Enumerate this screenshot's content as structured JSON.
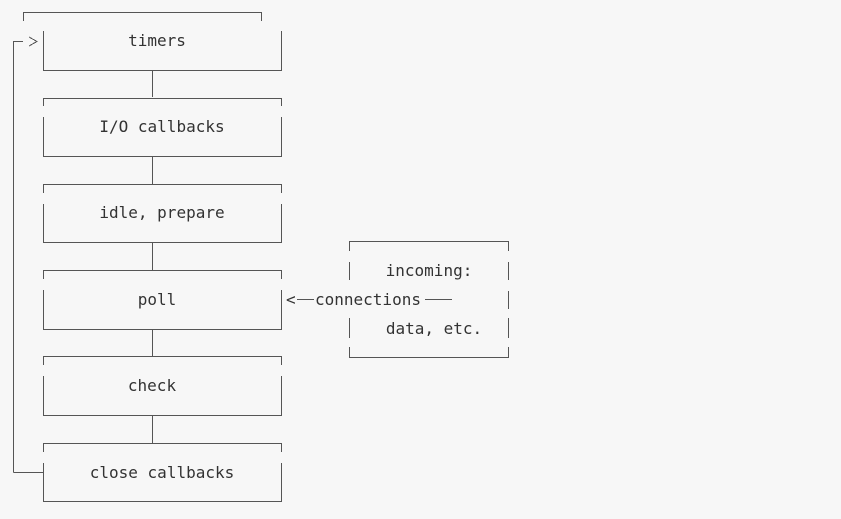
{
  "phases": [
    {
      "id": "timers",
      "label": "timers"
    },
    {
      "id": "io-callbacks",
      "label": "I/O callbacks"
    },
    {
      "id": "idle-prepare",
      "label": "idle, prepare"
    },
    {
      "id": "poll",
      "label": "poll"
    },
    {
      "id": "check",
      "label": "check"
    },
    {
      "id": "close-callbacks",
      "label": "close callbacks"
    }
  ],
  "incoming": {
    "line1": "incoming:",
    "line2": "data, etc."
  },
  "connections_label": "connections",
  "arrow_glyph": "<",
  "colors": {
    "line": "#555555",
    "text": "#333333",
    "background": "#f7f7f7"
  }
}
